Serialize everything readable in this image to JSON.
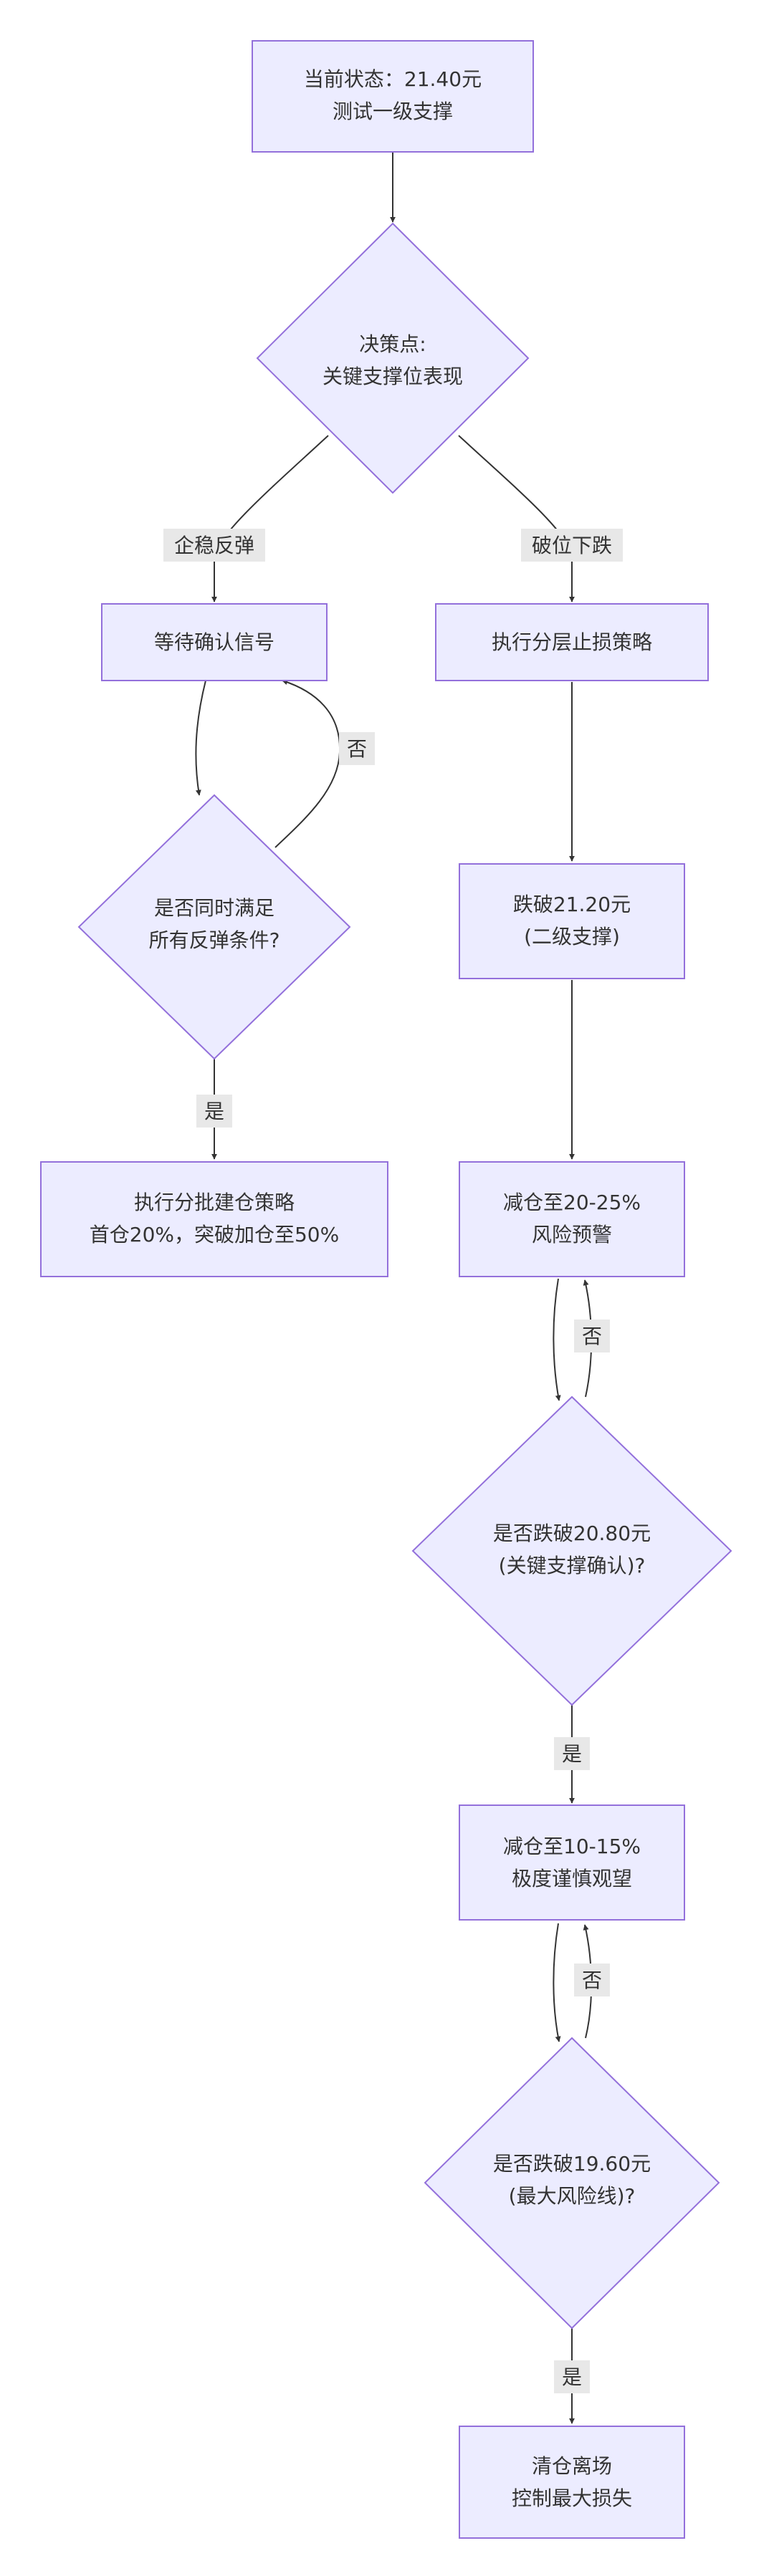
{
  "flowchart": {
    "nodes": {
      "start": [
        "当前状态：21.40元",
        "测试一级支撑"
      ],
      "decision": [
        "决策点:",
        "关键支撑位表现"
      ],
      "wait": [
        "等待确认信号"
      ],
      "check_rebound": [
        "是否同时满足",
        "所有反弹条件?"
      ],
      "build": [
        "执行分批建仓策略",
        "首仓20%，突破加仓至50%"
      ],
      "stoploss": [
        "执行分层止损策略"
      ],
      "break2120": [
        "跌破21.20元",
        "(二级支撑)"
      ],
      "reduce20": [
        "减仓至20-25%",
        "风险预警"
      ],
      "check2080": [
        "是否跌破20.80元",
        "(关键支撑确认)?"
      ],
      "reduce10": [
        "减仓至10-15%",
        "极度谨慎观望"
      ],
      "check1960": [
        "是否跌破19.60元",
        "(最大风险线)?"
      ],
      "clear": [
        "清仓离场",
        "控制最大损失"
      ]
    },
    "edge_labels": {
      "stabilize": "企稳反弹",
      "breakdown": "破位下跌",
      "no_rebound": "否",
      "yes_rebound": "是",
      "no_2080": "否",
      "yes_2080": "是",
      "no_1960": "否",
      "yes_1960": "是"
    }
  },
  "colors": {
    "node_fill": "#ECECFF",
    "node_stroke": "#9370DB",
    "edge": "#333333",
    "label_bg": "#e8e8e8"
  }
}
